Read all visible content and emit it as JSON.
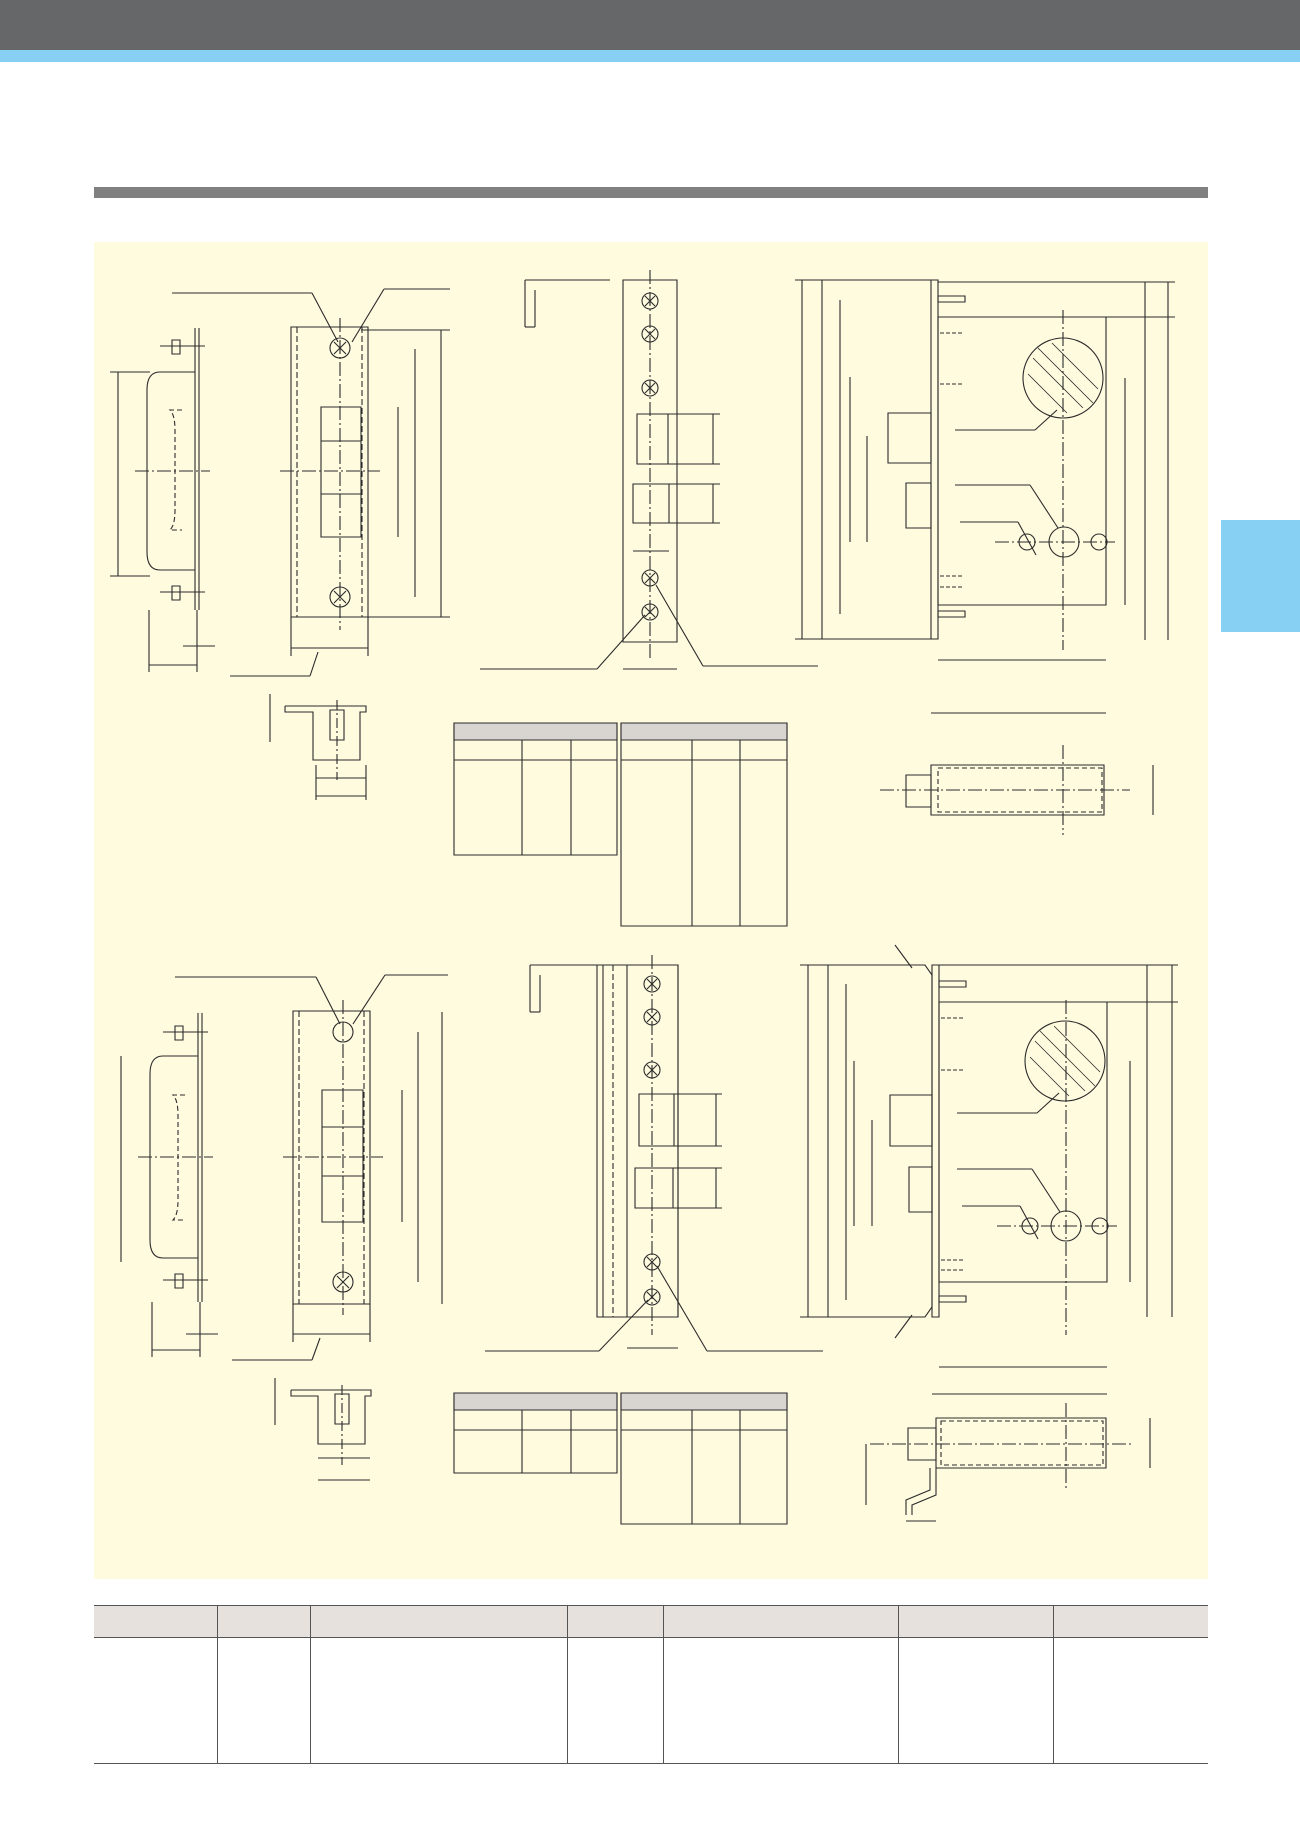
{
  "colors": {
    "top_bar": "#666769",
    "accent": "#87cff3",
    "section_rule": "#808080",
    "panel_background": "#fffbdf",
    "table_header": "#e6e1dd",
    "line": "#2b2b2b"
  },
  "drawing": {
    "views": [
      "strike-plate-side-1",
      "strike-plate-front-1",
      "faceplate-front-1",
      "lock-case-1",
      "strike-section-1",
      "bolt-end-1",
      "strike-plate-side-2",
      "strike-plate-front-2",
      "faceplate-front-2",
      "lock-case-2",
      "strike-section-2",
      "bolt-end-2"
    ]
  },
  "tables": {
    "upper_left": {
      "rows": 5,
      "cols": 3
    },
    "upper_right": {
      "rows": 9,
      "cols": 3
    },
    "lower_left": {
      "rows": 3,
      "cols": 3
    },
    "lower_right": {
      "rows": 6,
      "cols": 3
    }
  },
  "spec_table": {
    "columns": 7,
    "headers": [
      "",
      "",
      "",
      "",
      "",
      "",
      ""
    ],
    "row": [
      "",
      "",
      "",
      "",
      "",
      "",
      ""
    ]
  }
}
